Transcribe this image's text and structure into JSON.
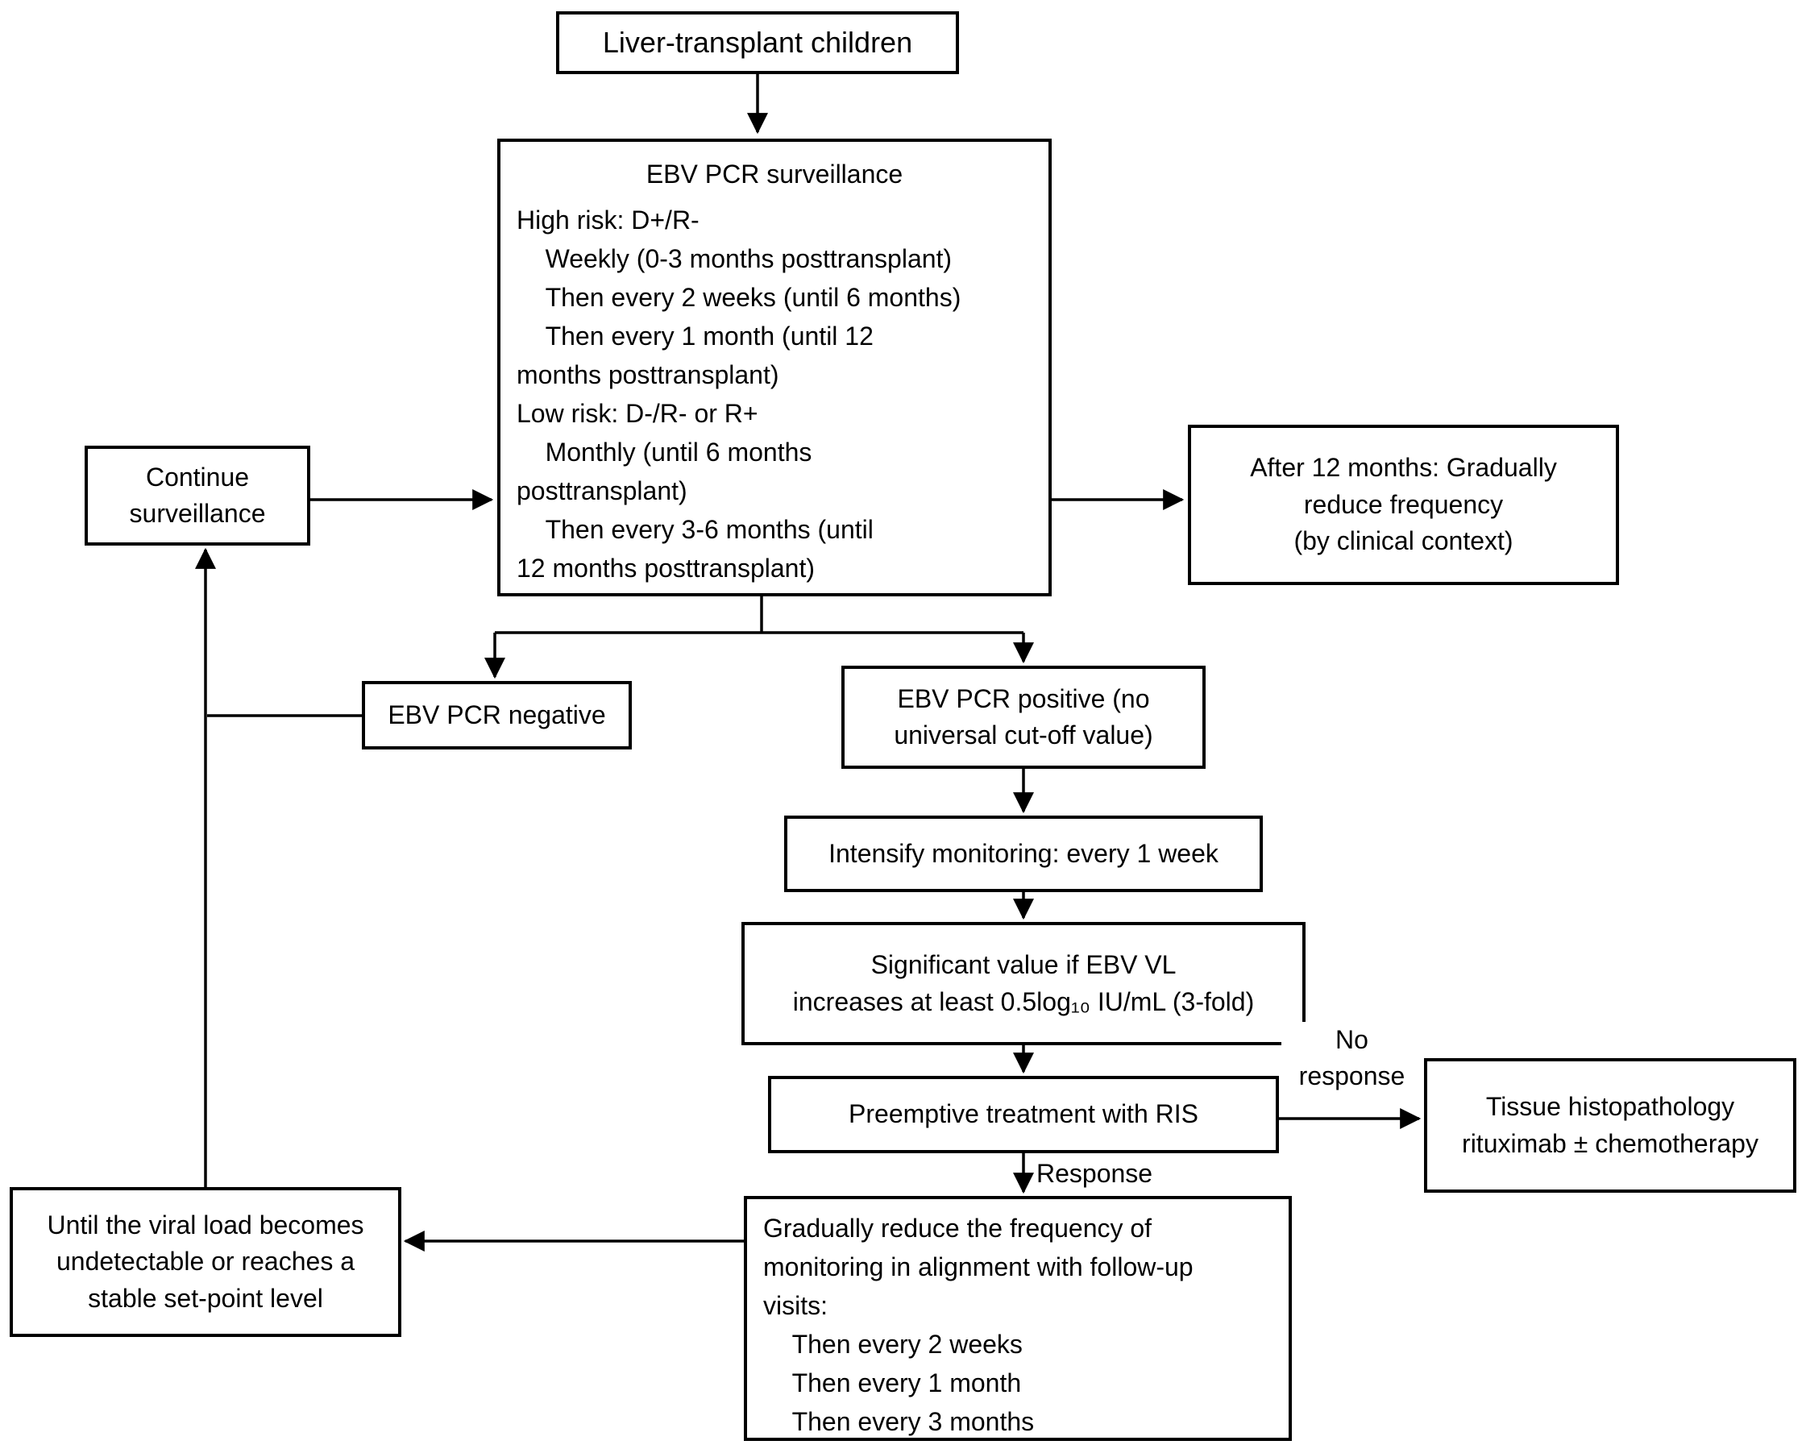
{
  "nodes": {
    "liver": {
      "text": "Liver-transplant children"
    },
    "surveillance": {
      "title": "EBV PCR surveillance",
      "lines": [
        "High risk: D+/R-",
        "    Weekly (0-3 months posttransplant)",
        "    Then every 2 weeks (until 6 months)",
        "    Then every 1 month (until 12",
        "months posttransplant)",
        "Low risk: D-/R- or R+",
        "    Monthly (until 6 months",
        "posttransplant)",
        "    Then every 3-6 months (until",
        "12 months posttransplant)"
      ]
    },
    "continue_surveillance": {
      "lines": [
        "Continue",
        "surveillance"
      ]
    },
    "after12": {
      "lines": [
        "After 12 months: Gradually",
        "reduce frequency",
        "(by clinical context)"
      ]
    },
    "negative": {
      "text": "EBV PCR negative"
    },
    "positive": {
      "lines": [
        "EBV PCR positive (no",
        "universal cut-off value)"
      ]
    },
    "intensify": {
      "text": "Intensify monitoring: every 1 week"
    },
    "significant": {
      "lines": [
        "Significant value if EBV VL",
        "increases at least 0.5log₁₀ IU/mL (3-fold)"
      ]
    },
    "preemptive": {
      "text": "Preemptive treatment with RIS"
    },
    "tissue": {
      "lines": [
        "Tissue histopathology",
        "rituximab ± chemotherapy"
      ]
    },
    "until": {
      "lines": [
        "Until the viral load becomes",
        "undetectable or reaches a",
        "stable set-point level"
      ]
    },
    "reduce": {
      "lines": [
        "Gradually reduce the frequency of",
        "monitoring in alignment with follow-up",
        "visits:",
        "    Then every 2 weeks",
        "    Then every 1 month",
        "    Then every 3 months"
      ]
    }
  },
  "edge_labels": {
    "no_response": [
      "No",
      "response"
    ],
    "response": "Response"
  },
  "colors": {
    "ink": "#000000",
    "background": "#ffffff"
  }
}
